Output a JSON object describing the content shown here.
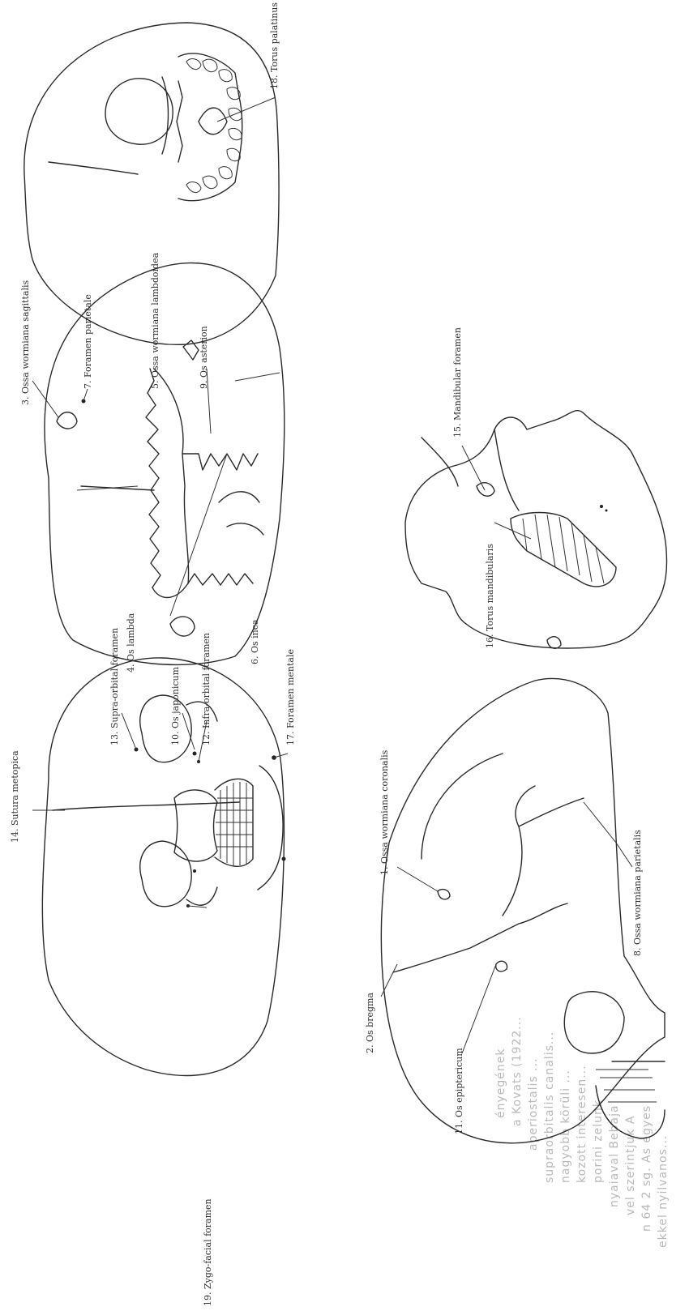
{
  "labels": {
    "l1": "1. Ossa wormiana coronalis",
    "l2": "2. Os bregma",
    "l3": "3. Ossa wormiana sagittalis",
    "l4": "4. Os lambda",
    "l5": "5. Ossa wormiana lambdoidea",
    "l6": "6. Os inca",
    "l7": "7. Foramen parietale",
    "l8": "8. Ossa wormiana parietalis",
    "l9": "9. Os asterion",
    "l10": "10. Os japonicum",
    "l11": "11. Os epiptericum",
    "l12": "12. Infra-orbital foramen",
    "l13": "13. Supra-orbital foramen",
    "l14": "14. Sutura metopica",
    "l15": "15. Mandibular foramen",
    "l16": "16. Torus mandibularis",
    "l17": "17. Foramen mentale",
    "l18": "18. Torus palatinus",
    "l19": "19. Zygo-facial foramen"
  },
  "show_through_text": [
    "ényegének",
    "a Kovats (1922...",
    "aperiostalis ...",
    "supraorbitalis canalis...",
    "nagyobb körüli ...",
    "kozott interesen...",
    "porini zelunk",
    "nyaiaval Bebaja",
    "vel szerintjuk A",
    "n 64 2 sg. As egyes",
    "ekkel nyilvanos..."
  ]
}
